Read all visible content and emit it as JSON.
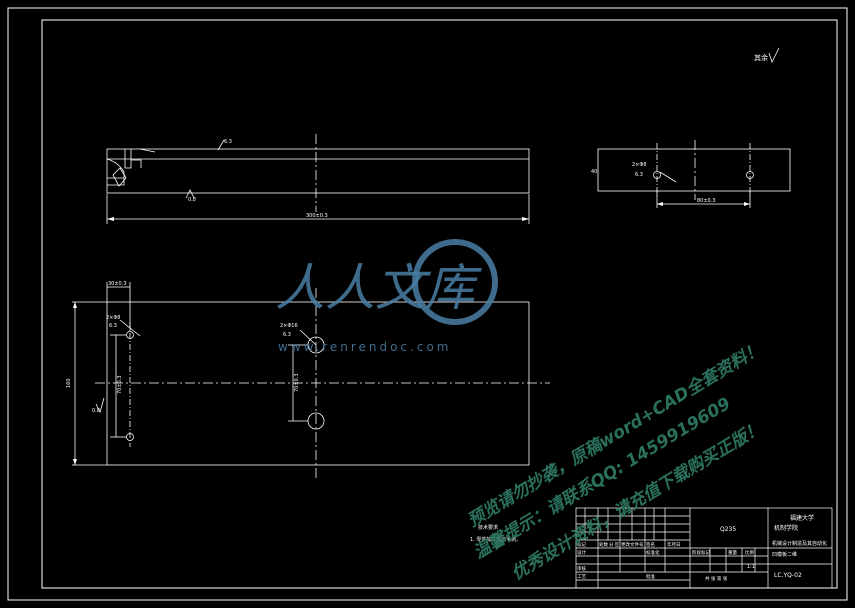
{
  "drawing": {
    "corner_mark": "其余",
    "front_view": {
      "length_dim": "300±0.3",
      "surface_mark": "6.3",
      "small_mark": "0.8"
    },
    "side_view": {
      "hole_label": "2×Φ8",
      "hole_label_2": "6.3",
      "spacing_dim": "80±0.3",
      "height_dim": "40"
    },
    "plan_view": {
      "hole_label_left": "2×Φ8",
      "hole_label_left_2": "6.3",
      "hole_label_right": "2×Φ16",
      "hole_label_right_2": "6.3",
      "top_dim": "30±0.3",
      "vertical_dim_left": "70±0.3",
      "vertical_dim_right": "70±0.3",
      "width_dim": "160",
      "surface_mark": "0.8"
    },
    "notes_title": "技术要求",
    "notes_text": "1. 零件加工后去毛刺。"
  },
  "watermark": {
    "logo_text": "人人文库",
    "url_text": "www.renrendoc.com",
    "line1": "预览请勿抄袭，原稿word+CAD全套资料！",
    "line2": "温馨提示：请联系QQ: 1459919609",
    "line3": "优秀设计资料，请充值下载购买正版！"
  },
  "title_block": {
    "material": "Q235",
    "school": "福建大学",
    "dept": "机制学院",
    "drawing_name": "机械设计制造及其自动化",
    "sub_name": "凹模板二维",
    "scale": "1:1",
    "code": "LC.YQ-02",
    "labels": {
      "mark": "标记",
      "count": "处数",
      "zone": "分 区",
      "change_doc": "更改文件号",
      "sign": "签名",
      "date": "年月日",
      "design": "设计",
      "standard": "标准化",
      "stage_mark": "阶段标记",
      "weight": "重量",
      "ratio": "比例",
      "review": "审核",
      "process": "工艺",
      "approve": "批准",
      "sheets": "共 张 第 张"
    }
  },
  "colors": {
    "bg": "#000000",
    "line": "#ffffff",
    "watermark": "#2f7d66",
    "logo": "#4a7fa6"
  }
}
